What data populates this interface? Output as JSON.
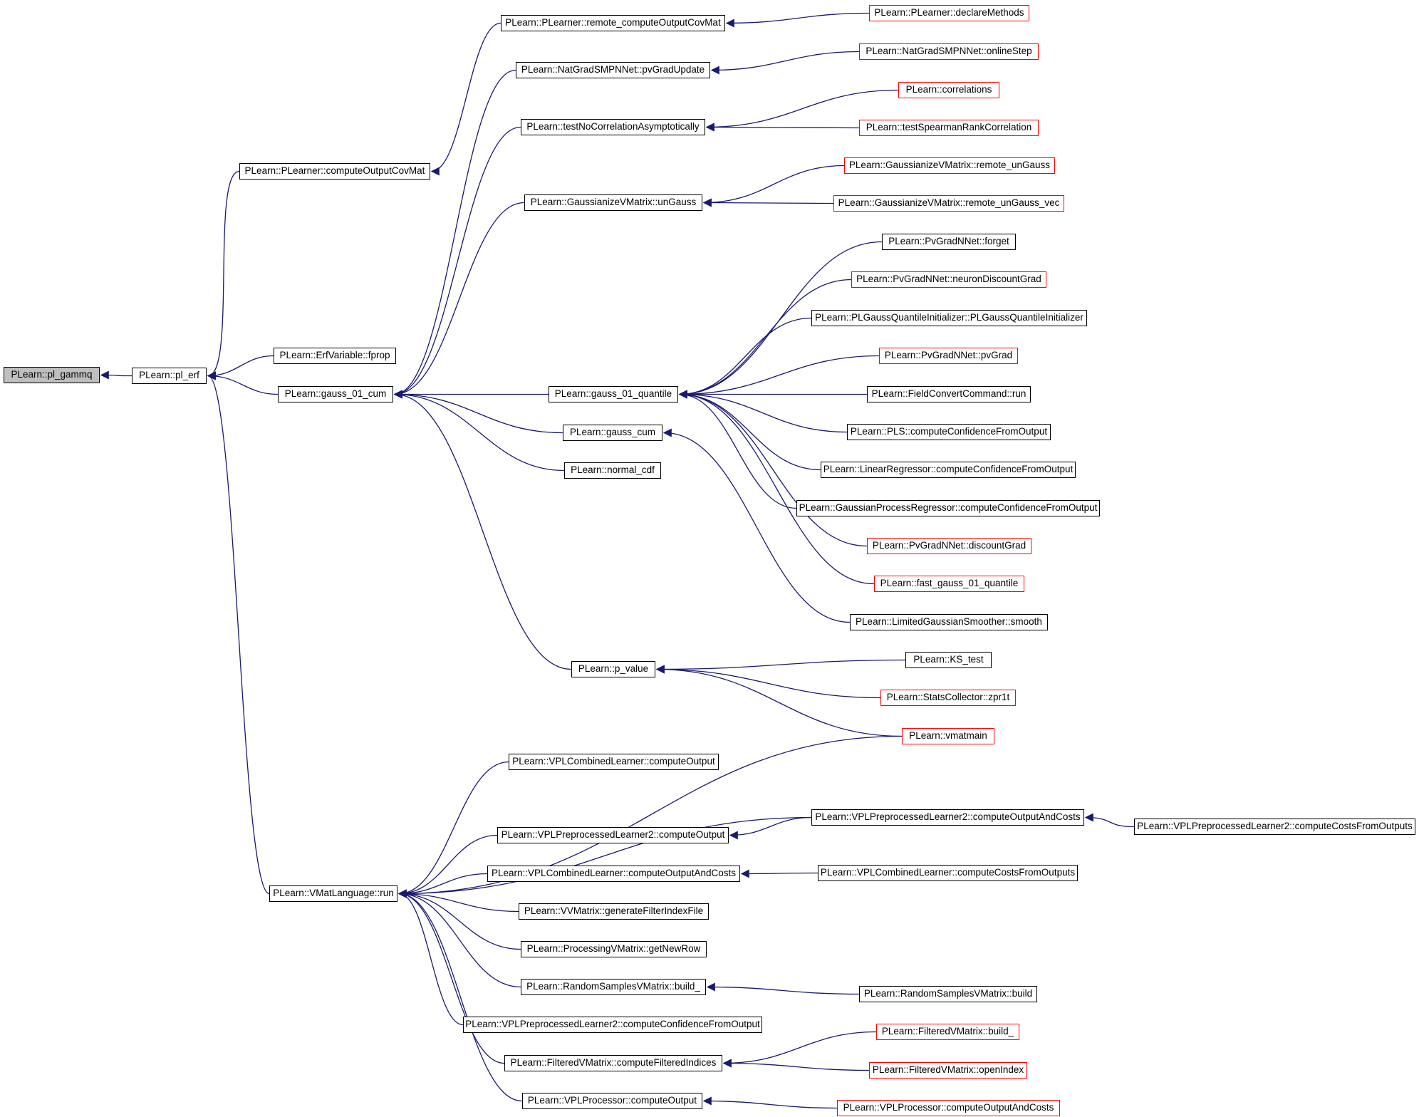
{
  "nodes": [
    {
      "id": "pl_gammq",
      "label": "PLearn::pl_gammq",
      "style": "root"
    },
    {
      "id": "pl_erf",
      "label": "PLearn::pl_erf",
      "style": "black"
    },
    {
      "id": "pl_computeOutputCovMat",
      "label": "PLearn::PLearner::computeOutputCovMat",
      "style": "black"
    },
    {
      "id": "erf_fprop",
      "label": "PLearn::ErfVariable::fprop",
      "style": "black"
    },
    {
      "id": "gauss_01_cum",
      "label": "PLearn::gauss_01_cum",
      "style": "black"
    },
    {
      "id": "vmat_run",
      "label": "PLearn::VMatLanguage::run",
      "style": "black"
    },
    {
      "id": "remote_cocm",
      "label": "PLearn::PLearner::remote_computeOutputCovMat",
      "style": "black"
    },
    {
      "id": "ngsmp_pvgrad",
      "label": "PLearn::NatGradSMPNNet::pvGradUpdate",
      "style": "black"
    },
    {
      "id": "testnocorr",
      "label": "PLearn::testNoCorrelationAsymptotically",
      "style": "black"
    },
    {
      "id": "gvm_ungauss",
      "label": "PLearn::GaussianizeVMatrix::unGauss",
      "style": "black"
    },
    {
      "id": "gauss_01_quantile",
      "label": "PLearn::gauss_01_quantile",
      "style": "black"
    },
    {
      "id": "gauss_cum",
      "label": "PLearn::gauss_cum",
      "style": "black"
    },
    {
      "id": "normal_cdf",
      "label": "PLearn::normal_cdf",
      "style": "black"
    },
    {
      "id": "p_value",
      "label": "PLearn::p_value",
      "style": "black"
    },
    {
      "id": "vplcl_co",
      "label": "PLearn::VPLCombinedLearner::computeOutput",
      "style": "black"
    },
    {
      "id": "vplpl2_co",
      "label": "PLearn::VPLPreprocessedLearner2::computeOutput",
      "style": "black"
    },
    {
      "id": "vplcl_coac",
      "label": "PLearn::VPLCombinedLearner::computeOutputAndCosts",
      "style": "black"
    },
    {
      "id": "vvm_gfif",
      "label": "PLearn::VVMatrix::generateFilterIndexFile",
      "style": "black"
    },
    {
      "id": "pvm_getnewrow",
      "label": "PLearn::ProcessingVMatrix::getNewRow",
      "style": "black"
    },
    {
      "id": "rsvm_build_",
      "label": "PLearn::RandomSamplesVMatrix::build_",
      "style": "black"
    },
    {
      "id": "vplpl2_ccfo",
      "label": "PLearn::VPLPreprocessedLearner2::computeConfidenceFromOutput",
      "style": "black"
    },
    {
      "id": "fvm_cfi",
      "label": "PLearn::FilteredVMatrix::computeFilteredIndices",
      "style": "black"
    },
    {
      "id": "vplp_co",
      "label": "PLearn::VPLProcessor::computeOutput",
      "style": "black"
    },
    {
      "id": "pl_declaremethods",
      "label": "PLearn::PLearner::declareMethods",
      "style": "red"
    },
    {
      "id": "ngsmp_onlinestep",
      "label": "PLearn::NatGradSMPNNet::onlineStep",
      "style": "red"
    },
    {
      "id": "correlations",
      "label": "PLearn::correlations",
      "style": "red"
    },
    {
      "id": "testspearman",
      "label": "PLearn::testSpearmanRankCorrelation",
      "style": "red"
    },
    {
      "id": "gvm_remote_ungauss",
      "label": "PLearn::GaussianizeVMatrix::remote_unGauss",
      "style": "red"
    },
    {
      "id": "gvm_remote_ungauss_vec",
      "label": "PLearn::GaussianizeVMatrix::remote_unGauss_vec",
      "style": "red"
    },
    {
      "id": "pvg_forget",
      "label": "PLearn::PvGradNNet::forget",
      "style": "black"
    },
    {
      "id": "pvg_ndg",
      "label": "PLearn::PvGradNNet::neuronDiscountGrad",
      "style": "red"
    },
    {
      "id": "plgqi",
      "label": "PLearn::PLGaussQuantileInitializer::PLGaussQuantileInitializer",
      "style": "black"
    },
    {
      "id": "pvg_pvgrad",
      "label": "PLearn::PvGradNNet::pvGrad",
      "style": "red"
    },
    {
      "id": "fcc_run",
      "label": "PLearn::FieldConvertCommand::run",
      "style": "black"
    },
    {
      "id": "pls_ccfo",
      "label": "PLearn::PLS::computeConfidenceFromOutput",
      "style": "black"
    },
    {
      "id": "lr_ccfo",
      "label": "PLearn::LinearRegressor::computeConfidenceFromOutput",
      "style": "black"
    },
    {
      "id": "gpr_ccfo",
      "label": "PLearn::GaussianProcessRegressor::computeConfidenceFromOutput",
      "style": "black"
    },
    {
      "id": "pvg_discountgrad",
      "label": "PLearn::PvGradNNet::discountGrad",
      "style": "red"
    },
    {
      "id": "fast_gauss",
      "label": "PLearn::fast_gauss_01_quantile",
      "style": "red"
    },
    {
      "id": "lgs_smooth",
      "label": "PLearn::LimitedGaussianSmoother::smooth",
      "style": "black"
    },
    {
      "id": "ks_test",
      "label": "PLearn::KS_test",
      "style": "black"
    },
    {
      "id": "sc_zpr1t",
      "label": "PLearn::StatsCollector::zpr1t",
      "style": "red"
    },
    {
      "id": "vmatmain",
      "label": "PLearn::vmatmain",
      "style": "red"
    },
    {
      "id": "vplpl2_coac",
      "label": "PLearn::VPLPreprocessedLearner2::computeOutputAndCosts",
      "style": "black"
    },
    {
      "id": "vplcl_ccfo",
      "label": "PLearn::VPLCombinedLearner::computeCostsFromOutputs",
      "style": "black"
    },
    {
      "id": "rsvm_build",
      "label": "PLearn::RandomSamplesVMatrix::build",
      "style": "black"
    },
    {
      "id": "fvm_build_",
      "label": "PLearn::FilteredVMatrix::build_",
      "style": "red"
    },
    {
      "id": "fvm_openindex",
      "label": "PLearn::FilteredVMatrix::openIndex",
      "style": "red"
    },
    {
      "id": "vplp_coac",
      "label": "PLearn::VPLProcessor::computeOutputAndCosts",
      "style": "red"
    },
    {
      "id": "vplpl2_ccfo2",
      "label": "PLearn::VPLPreprocessedLearner2::computeCostsFromOutputs",
      "style": "black"
    }
  ],
  "colors": {
    "edge": "#191970",
    "node_border": "#000000",
    "node_border_link": "#ff0000",
    "root_fill": "#bfbfbf"
  }
}
